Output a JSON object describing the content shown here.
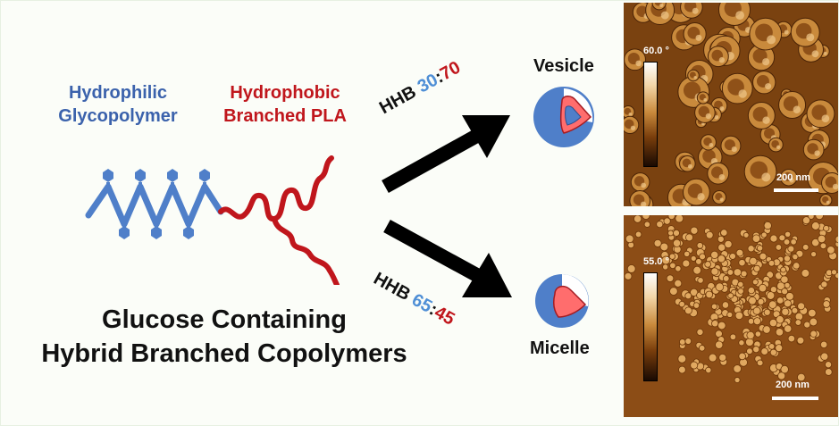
{
  "left": {
    "hydrophilic_line1": "Hydrophilic",
    "hydrophilic_line2": "Glycopolymer",
    "hydrophobic_line1": "Hydrophobic",
    "hydrophobic_line2": "Branched PLA",
    "title_line1": "Glucose Containing",
    "title_line2": "Hybrid Branched Copolymers"
  },
  "arrows": {
    "upper": {
      "prefix": "HHB",
      "a": "30",
      "sep": ":",
      "b": "70"
    },
    "lower": {
      "prefix": "HHB",
      "a": "65",
      "sep": ":",
      "b": "45"
    }
  },
  "structures": {
    "vesicle_label": "Vesicle",
    "micelle_label": "Micelle"
  },
  "afm": {
    "top": {
      "colorbar_max": "60.0 °",
      "scale_bar": "200 nm"
    },
    "bottom": {
      "colorbar_max": "55.0 °",
      "scale_bar": "200 nm"
    }
  },
  "colors": {
    "hydrophilic_blue": "#3b62ac",
    "hydrophobic_red": "#c0161c",
    "chain_blue": "#4f7fc9",
    "afm_brown": "#8a4a12"
  }
}
